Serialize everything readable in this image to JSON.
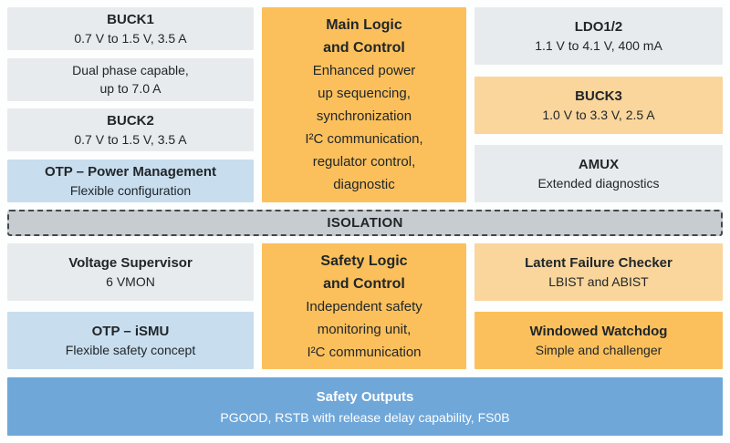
{
  "colors": {
    "page_bg": "#FDFEFE",
    "gray_block": "#E8EBED",
    "blue_block": "#C8DEEF",
    "orange_block": "#FBC05C",
    "light_orange_block": "#FAD69C",
    "isolation_bg": "#C7CCD0",
    "isolation_border": "#41484C",
    "safety_bar_bg": "#6FA7D9",
    "text_dark": "#212629",
    "text_white": "#FFFFFF"
  },
  "blocks": {
    "buck1": {
      "title": "BUCK1",
      "subtitle": "0.7 V to 1.5 V, 3.5 A"
    },
    "dual_phase": {
      "line1": "Dual phase capable,",
      "line2": "up to 7.0 A"
    },
    "buck2": {
      "title": "BUCK2",
      "subtitle": "0.7 V to 1.5 V, 3.5 A"
    },
    "otp_power": {
      "title": "OTP – Power Management",
      "subtitle": "Flexible configuration"
    },
    "main_logic": {
      "title_line1": "Main Logic",
      "title_line2": "and Control",
      "body_lines": [
        "Enhanced power",
        "up sequencing,",
        "synchronization",
        "I²C communication,",
        "regulator control,",
        "diagnostic"
      ]
    },
    "ldo12": {
      "title": "LDO1/2",
      "subtitle": "1.1 V to 4.1 V, 400 mA"
    },
    "buck3": {
      "title": "BUCK3",
      "subtitle": "1.0 V to 3.3 V, 2.5 A"
    },
    "amux": {
      "title": "AMUX",
      "subtitle": "Extended diagnostics"
    },
    "isolation": {
      "label": "ISOLATION"
    },
    "voltage_supervisor": {
      "title": "Voltage Supervisor",
      "subtitle": "6 VMON"
    },
    "otp_ismu": {
      "title": "OTP – iSMU",
      "subtitle": "Flexible safety concept"
    },
    "safety_logic": {
      "title_line1": "Safety Logic",
      "title_line2": "and Control",
      "body_lines": [
        "Independent safety",
        "monitoring unit,",
        "I²C communication"
      ]
    },
    "latent_failure": {
      "title": "Latent Failure Checker",
      "subtitle": "LBIST and ABIST"
    },
    "windowed_watchdog": {
      "title": "Windowed Watchdog",
      "subtitle": "Simple and challenger"
    },
    "safety_outputs": {
      "title": "Safety Outputs",
      "subtitle": "PGOOD, RSTB with release delay capability, FS0B"
    }
  }
}
